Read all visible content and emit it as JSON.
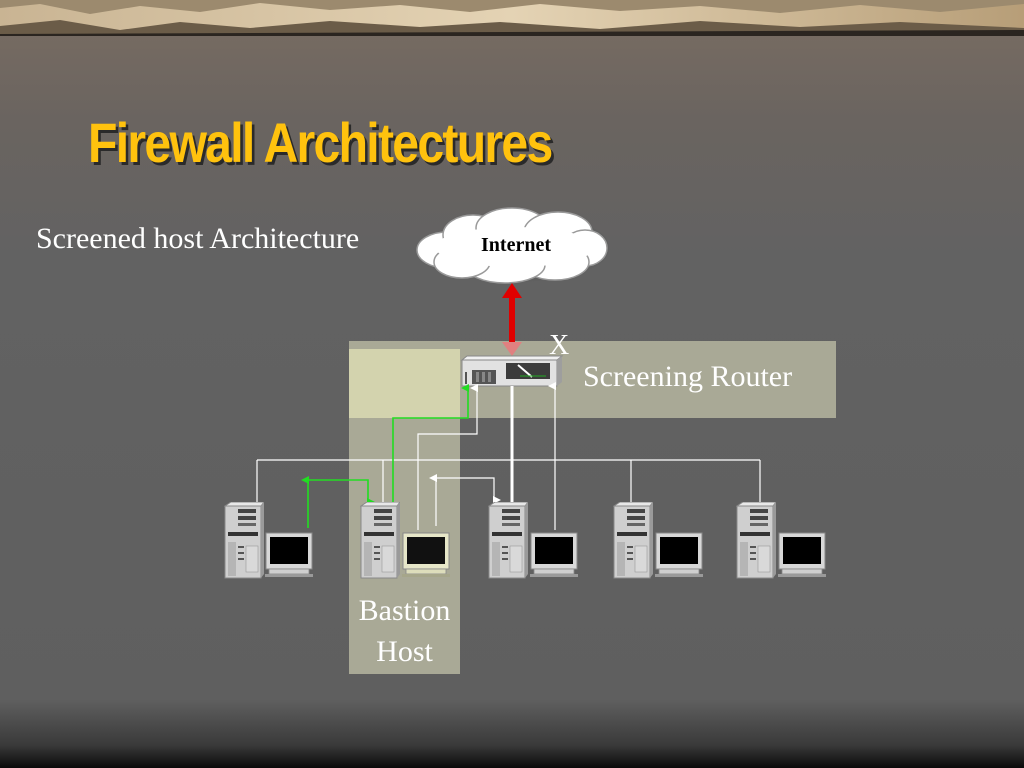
{
  "slide": {
    "title": "Firewall Architectures",
    "subtitle": "Screened host Architecture"
  },
  "diagram": {
    "cloud_label": "Internet",
    "router_label": "Screening Router",
    "bastion_label_line1": "Bastion",
    "bastion_label_line2": "Host",
    "blocked_mark": "X",
    "nodes": [
      {
        "id": "host-1",
        "role": "workstation"
      },
      {
        "id": "host-2",
        "role": "bastion-host"
      },
      {
        "id": "host-3",
        "role": "workstation"
      },
      {
        "id": "host-4",
        "role": "workstation"
      },
      {
        "id": "host-5",
        "role": "workstation"
      }
    ],
    "colors": {
      "title": "#ffc20e",
      "highlight": "#a9a996",
      "highlight_light": "#d3d3ae",
      "internet_link": "#e00000",
      "allowed_flow": "#22dd22",
      "network_line": "#ffffff"
    }
  }
}
